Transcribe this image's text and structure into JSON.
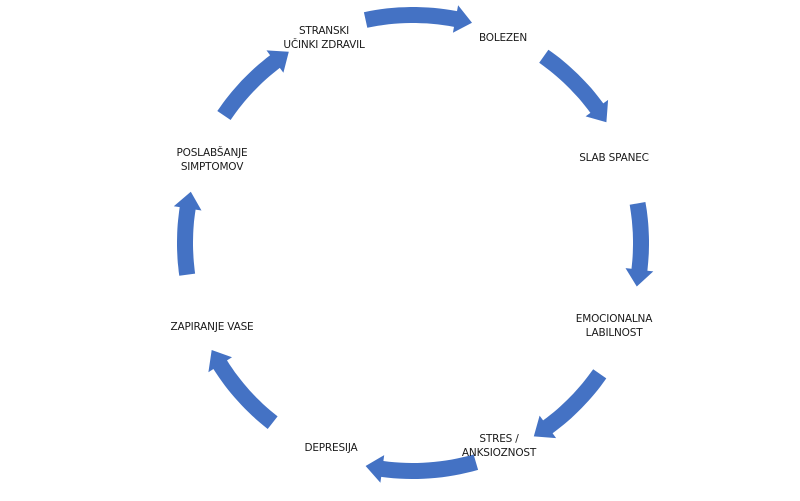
{
  "diagram": {
    "type": "cycle",
    "arrow_color": "#4472C4",
    "direction": "clockwise",
    "nodes": [
      {
        "id": "bolezen",
        "lines": [
          "BOLEZEN"
        ]
      },
      {
        "id": "slab-spanec",
        "lines": [
          "SLAB SPANEC"
        ]
      },
      {
        "id": "emocionalna-labilnost",
        "lines": [
          "EMOCIONALNA",
          "LABILNOST"
        ]
      },
      {
        "id": "stres-anksioznost",
        "lines": [
          "STRES /",
          "ANKSIOZNOST"
        ]
      },
      {
        "id": "depresija",
        "lines": [
          "DEPRESIJA"
        ]
      },
      {
        "id": "zapiranje-vase",
        "lines": [
          "ZAPIRANJE VASE"
        ]
      },
      {
        "id": "poslabsanje-simptomov",
        "lines": [
          "POSLABŠANJE",
          "SIMPTOMOV"
        ]
      },
      {
        "id": "stranski-ucinki-zdravil",
        "lines": [
          "STRANSKI",
          "UČINKI ZDRAVIL"
        ]
      }
    ]
  }
}
